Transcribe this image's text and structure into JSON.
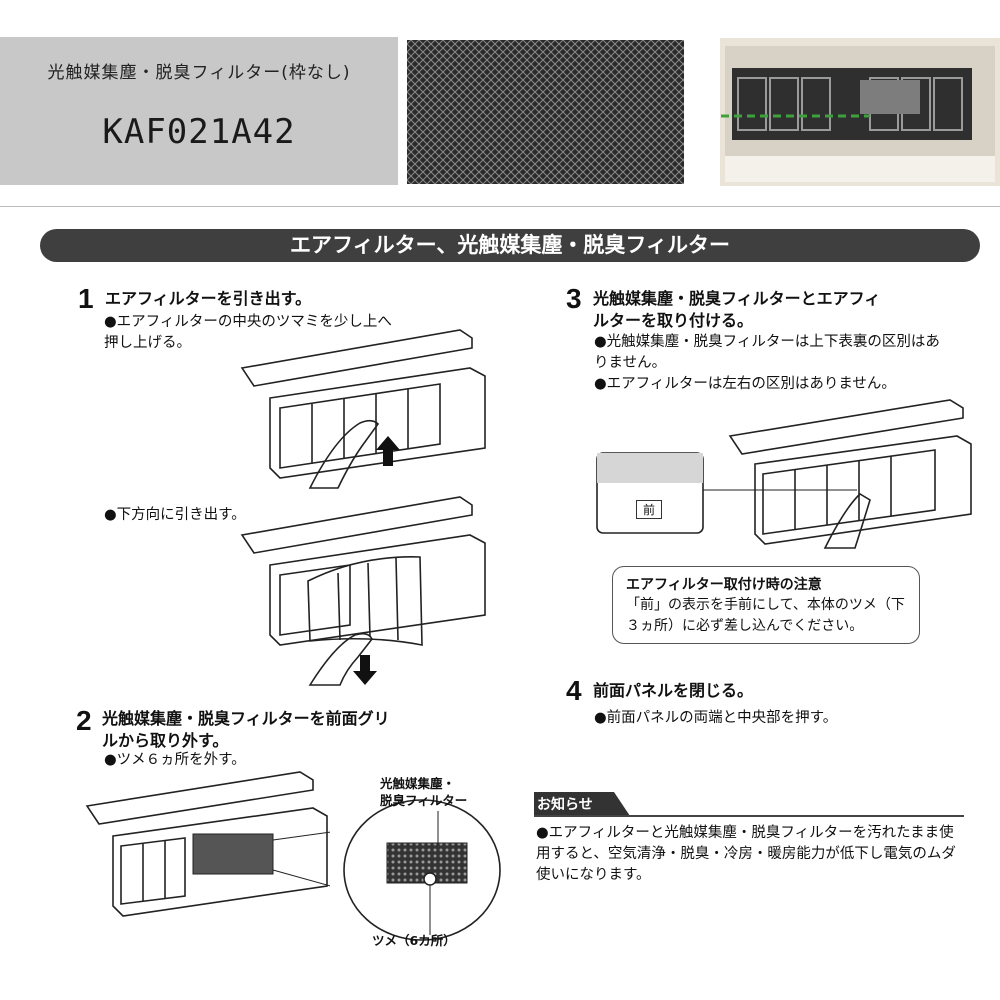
{
  "header": {
    "product_name": "光触媒集塵・脱臭フィルター(枠なし)",
    "model": "KAF021A42"
  },
  "title": "エアフィルター、光触媒集塵・脱臭フィルター",
  "step1": {
    "number": "1",
    "title": "エアフィルターを引き出す。",
    "note1": "●エアフィルターの中央のツマミを少し上へ押し上げる。",
    "note2": "●下方向に引き出す。"
  },
  "step2": {
    "number": "2",
    "title": "光触媒集塵・脱臭フィルターを前面グリルから取り外す。",
    "note": "●ツメ６ヵ所を外す。",
    "zoom_label_line1": "光触媒集塵・",
    "zoom_label_line2": "脱臭フィルター",
    "tab_label": "ツメ（6カ所）"
  },
  "step3": {
    "number": "3",
    "title": "光触媒集塵・脱臭フィルターとエアフィルターを取り付ける。",
    "note1": "●光触媒集塵・脱臭フィルターは上下表裏の区別はありません。",
    "note2": "●エアフィルターは左右の区別はありません。",
    "front_label": "前"
  },
  "caution": {
    "title": "エアフィルター取付け時の注意",
    "body": "「前」の表示を手前にして、本体のツメ（下３ヵ所）に必ず差し込んでください。"
  },
  "step4": {
    "number": "4",
    "title": "前面パネルを閉じる。",
    "note": "●前面パネルの両端と中央部を押す。"
  },
  "notice": {
    "label": "お知らせ",
    "body": "●エアフィルターと光触媒集塵・脱臭フィルターを汚れたまま使用すると、空気清浄・脱臭・冷房・暖房能力が低下し電気のムダ使いになります。"
  }
}
